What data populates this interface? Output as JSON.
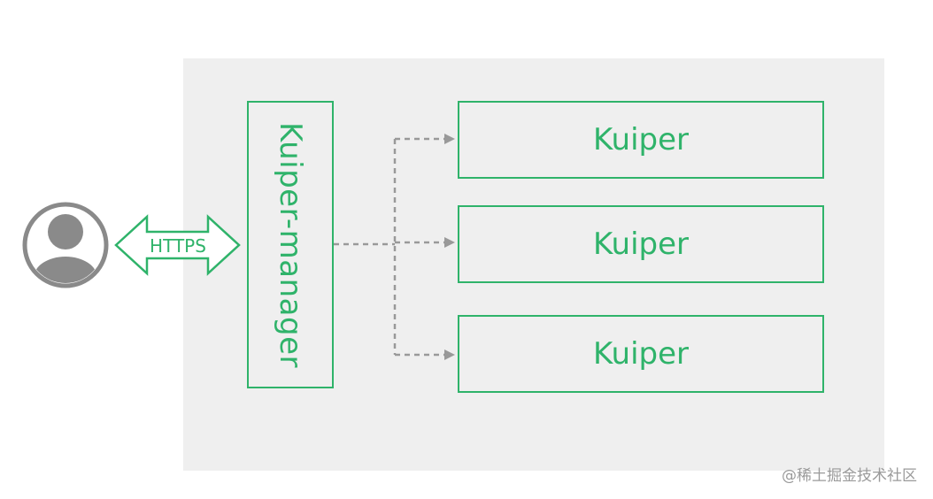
{
  "diagram": {
    "manager_label": "Kuiper-manager",
    "protocol_label": "HTTPS",
    "nodes": [
      "Kuiper",
      "Kuiper",
      "Kuiper"
    ]
  },
  "watermark": "@稀土掘金技术社区",
  "colors": {
    "accent": "#2fb36a",
    "panel": "#efefef",
    "connector": "#999999",
    "avatar": "#8a8a8a"
  },
  "icons": {
    "user": "user-avatar-icon",
    "link": "double-arrow-icon"
  }
}
